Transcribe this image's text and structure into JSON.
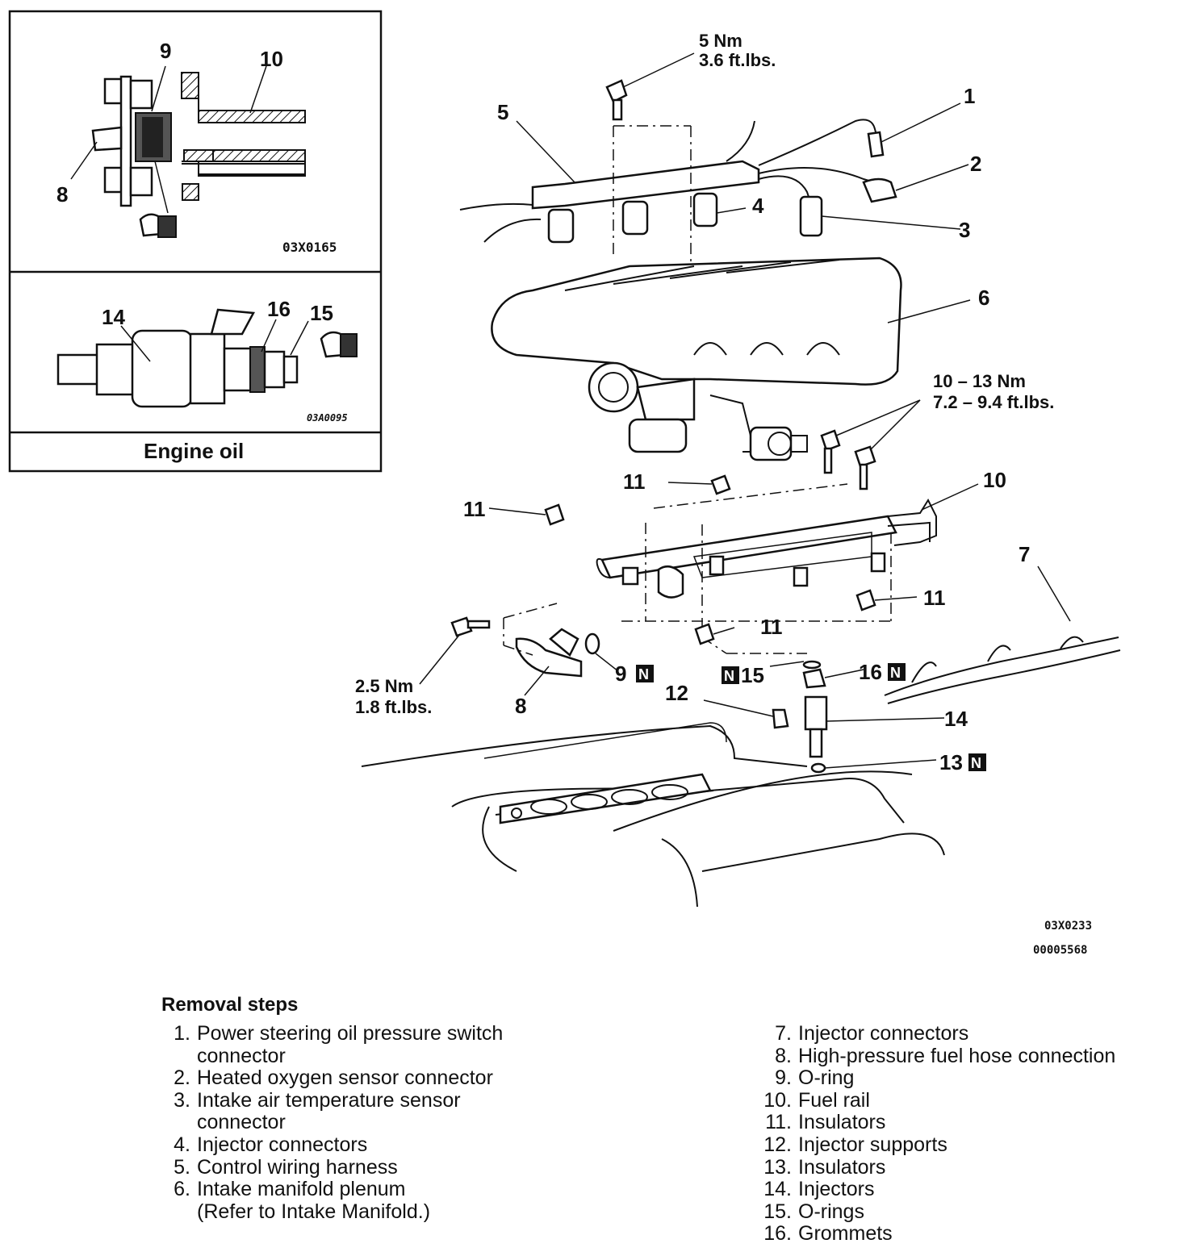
{
  "inset_top": {
    "callouts": {
      "c9": "9",
      "c10": "10",
      "c8": "8"
    },
    "code": "03X0165"
  },
  "inset_bottom": {
    "callouts": {
      "c14": "14",
      "c16": "16",
      "c15": "15"
    },
    "code": "03A0095",
    "caption": "Engine oil"
  },
  "main": {
    "torque_top": {
      "line1": "5 Nm",
      "line2": "3.6 ft.lbs."
    },
    "torque_right": {
      "line1": "10 – 13 Nm",
      "line2": "7.2 – 9.4 ft.lbs."
    },
    "torque_left": {
      "line1": "2.5 Nm",
      "line2": "1.8 ft.lbs."
    },
    "callouts": {
      "c1": "1",
      "c2": "2",
      "c3": "3",
      "c4": "4",
      "c5": "5",
      "c6": "6",
      "c7": "7",
      "c8": "8",
      "c9": "9",
      "c10": "10",
      "c11a": "11",
      "c11b": "11",
      "c11c": "11",
      "c11d": "11",
      "c12": "12",
      "c13": "13",
      "c14": "14",
      "c15": "15",
      "c16": "16"
    },
    "new_part_mark": "N",
    "code1": "03X0233",
    "code2": "00005568"
  },
  "legend": {
    "title": "Removal steps",
    "left": [
      {
        "num": "1.",
        "text": "Power steering oil pressure switch",
        "text2": "connector"
      },
      {
        "num": "2.",
        "text": "Heated oxygen sensor connector"
      },
      {
        "num": "3.",
        "text": "Intake air temperature sensor",
        "text2": "connector"
      },
      {
        "num": "4.",
        "text": "Injector connectors"
      },
      {
        "num": "5.",
        "text": "Control wiring harness"
      },
      {
        "num": "6.",
        "text": "Intake manifold plenum",
        "text2": "(Refer to Intake Manifold.)"
      }
    ],
    "right": [
      {
        "num": "7.",
        "text": "Injector connectors"
      },
      {
        "num": "8.",
        "text": "High-pressure fuel hose connection"
      },
      {
        "num": "9.",
        "text": "O-ring"
      },
      {
        "num": "10.",
        "text": "Fuel rail"
      },
      {
        "num": "11.",
        "text": "Insulators"
      },
      {
        "num": "12.",
        "text": "Injector supports"
      },
      {
        "num": "13.",
        "text": "Insulators"
      },
      {
        "num": "14.",
        "text": "Injectors"
      },
      {
        "num": "15.",
        "text": "O-rings"
      },
      {
        "num": "16.",
        "text": "Grommets"
      }
    ]
  }
}
